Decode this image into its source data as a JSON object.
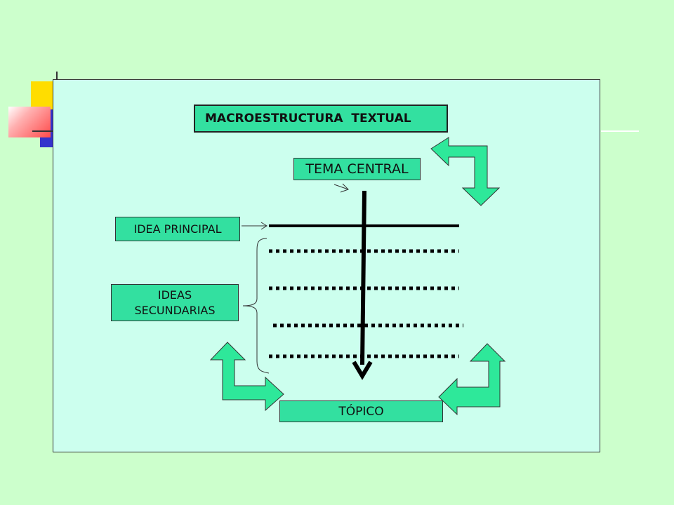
{
  "title": "MACROESTRUCTURA  TEXTUAL",
  "tema_central": "TEMA CENTRAL",
  "idea_principal": "IDEA PRINCIPAL",
  "ideas_secundarias_line1": "IDEAS",
  "ideas_secundarias_line2": "SECUNDARIAS",
  "topico": "TÓPICO",
  "colors": {
    "background": "#ccffcc",
    "panel": "#ccffee",
    "box_fill": "#33e0a0",
    "arrow_fill": "#2ee89a",
    "deco_yellow": "#ffdd00",
    "deco_blue": "#3333cc",
    "deco_red": "#ff4a4a"
  }
}
